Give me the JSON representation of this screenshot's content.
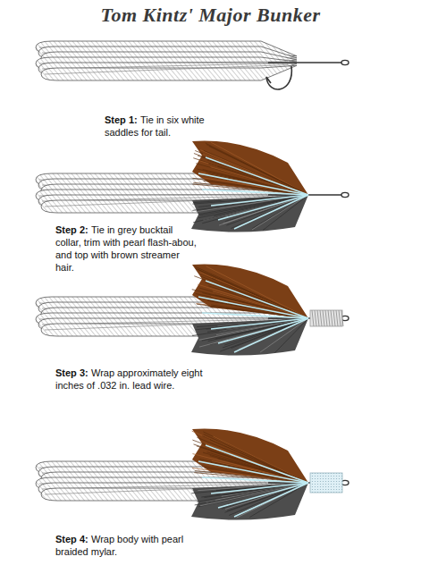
{
  "diagram": {
    "title": "Tom Kintz' Major Bunker",
    "labels": [
      "Step 1:",
      "Tie in six white saddles for tail.",
      "Step 2:",
      "Tie in grey bucktail collar, trim with pearl flash-abou, and top with brown streamer hair.",
      "Step 3:",
      "Wrap approximately eight inches of .032 in. lead wire.",
      "Step 4:",
      "Wrap body with pearl braided mylar."
    ]
  }
}
